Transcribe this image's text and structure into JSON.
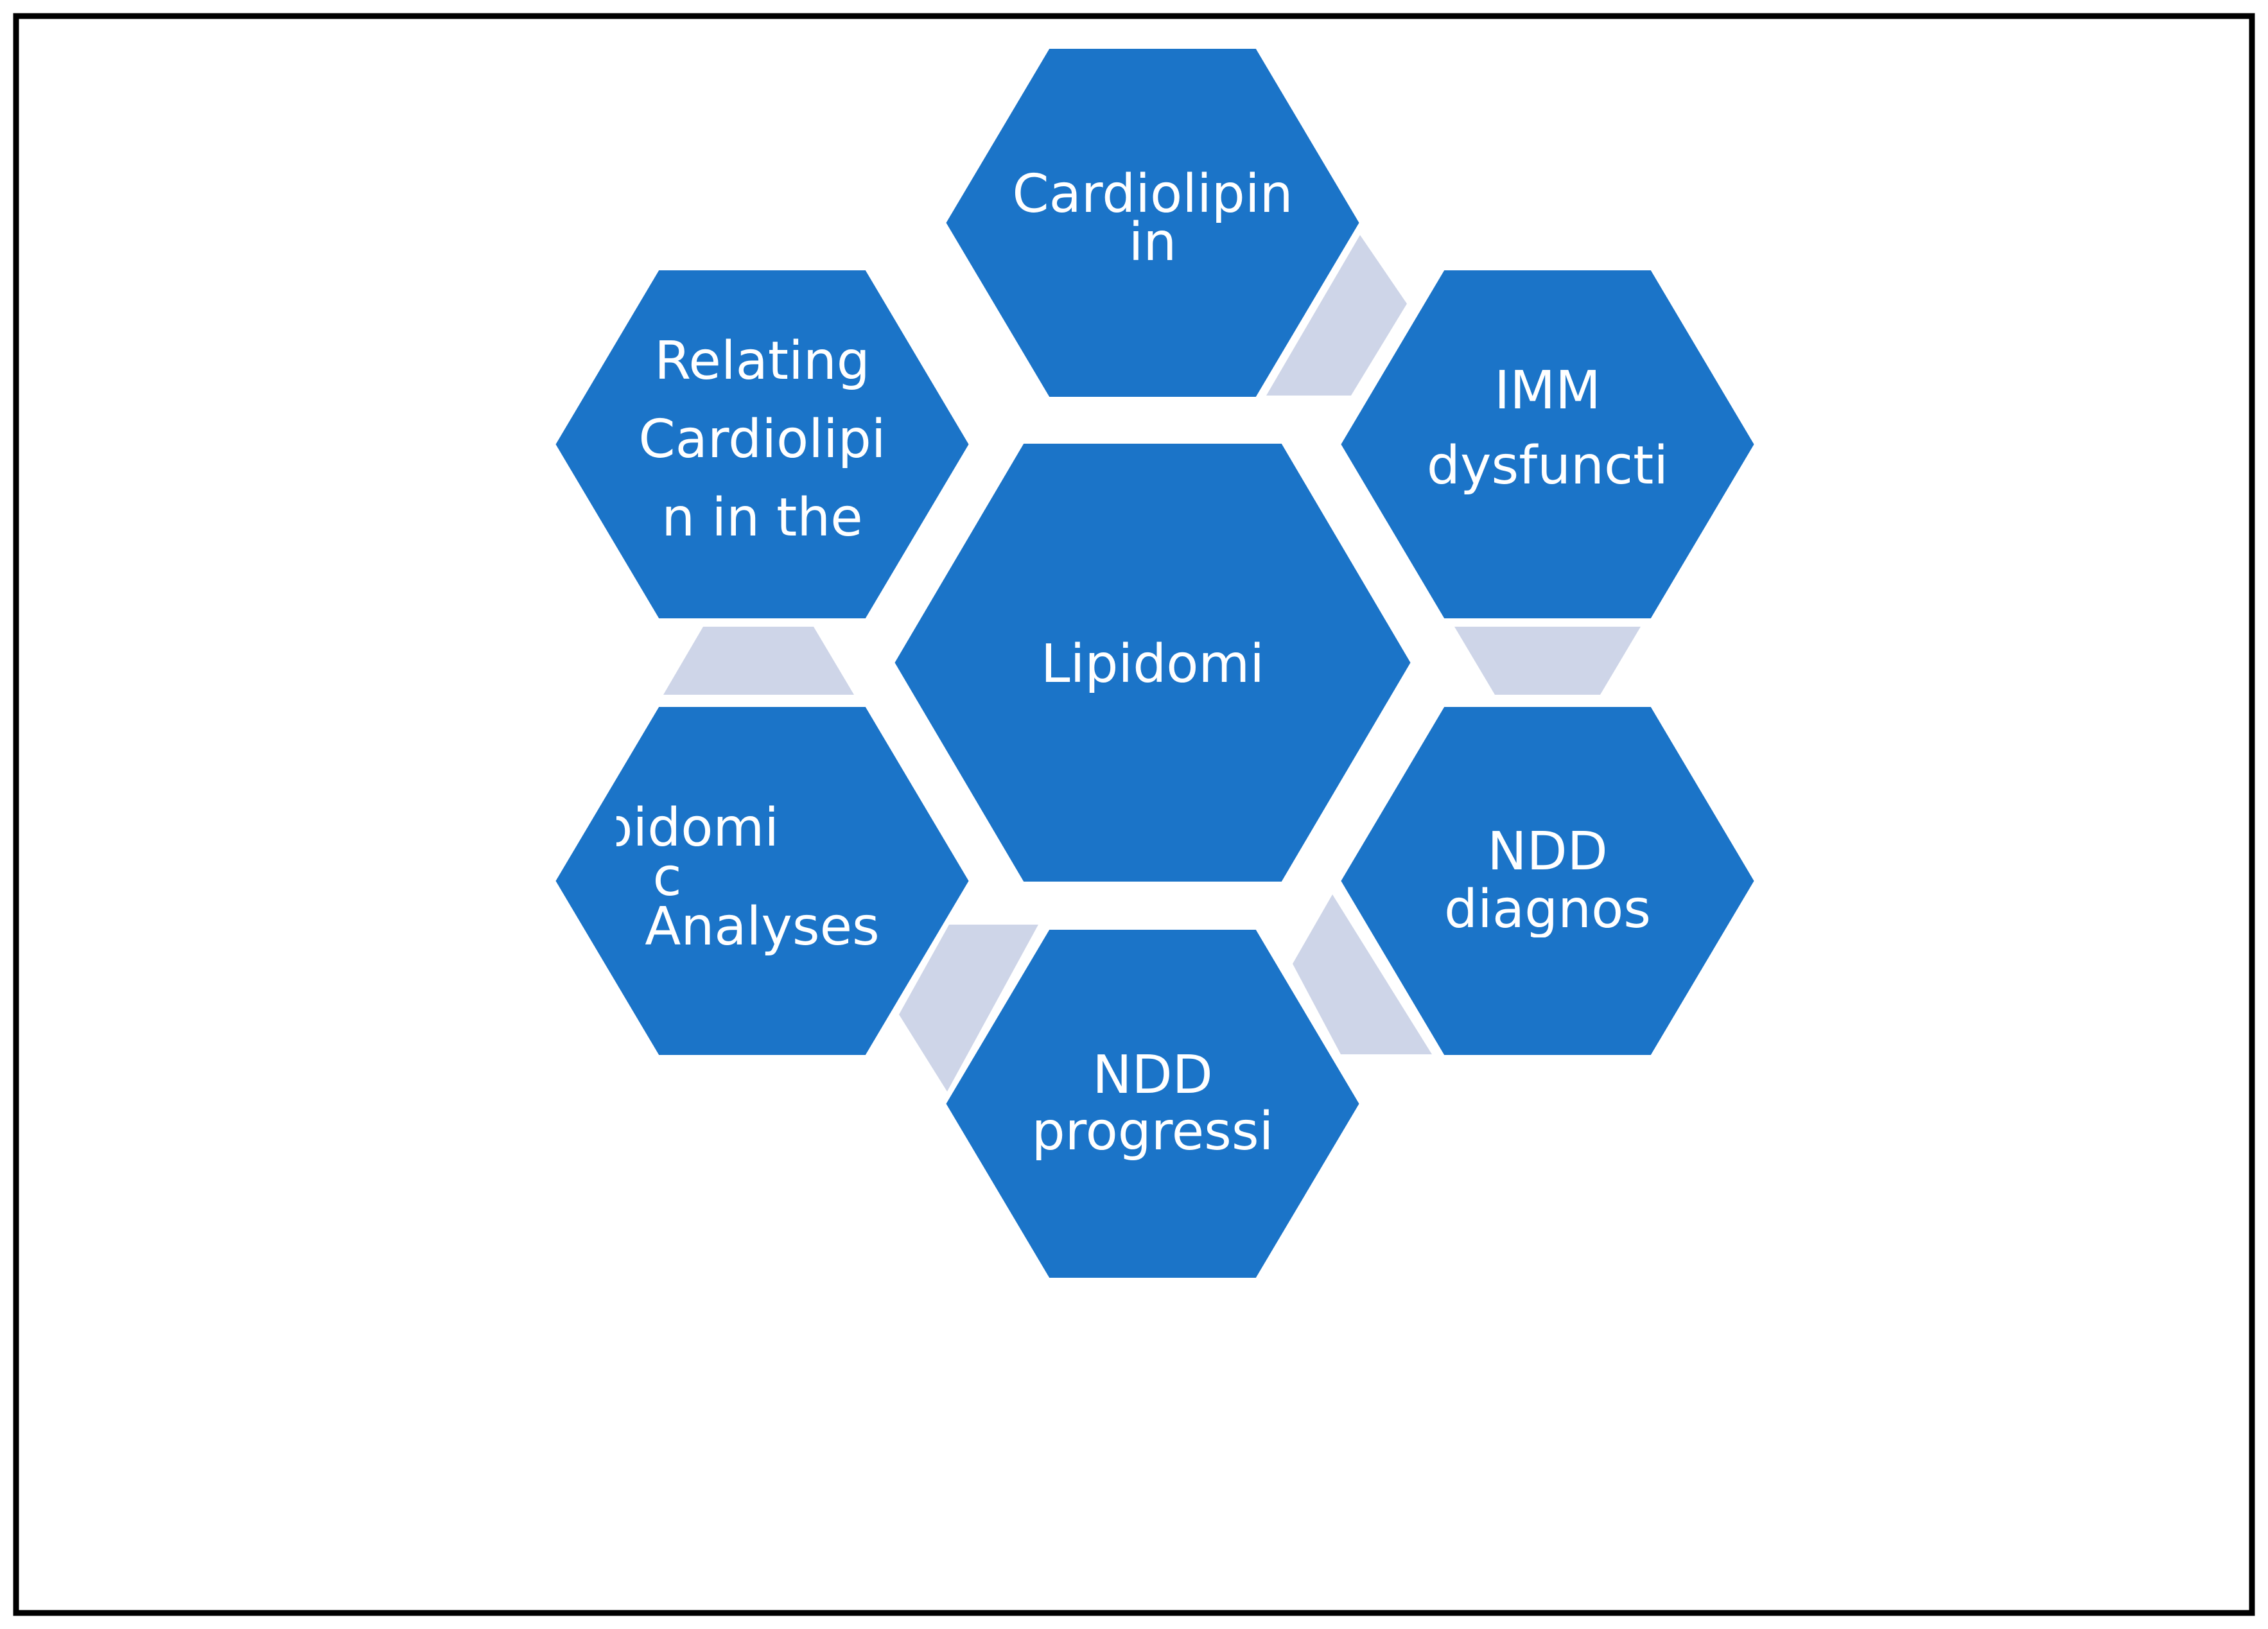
{
  "diagram": {
    "colors": {
      "hexagon_fill": "#1B74C8",
      "connector_fill": "#CED5E8",
      "frame_stroke": "#000000",
      "text": "#FFFFFF",
      "background": "#FFFFFF"
    },
    "center": {
      "label": [
        "Lipidomi"
      ]
    },
    "nodes": [
      {
        "id": "cardiolipin",
        "label": [
          "Cardiolipin",
          "in"
        ]
      },
      {
        "id": "imm",
        "label": [
          "IMM",
          "dysfuncti"
        ]
      },
      {
        "id": "ndd-diagnosis",
        "label": [
          "NDD",
          "diagnos"
        ]
      },
      {
        "id": "ndd-progression",
        "label": [
          "NDD",
          "progressi"
        ]
      },
      {
        "id": "lipidomic-analyses",
        "label": [
          "Lipidomi",
          "c",
          "Analyses"
        ]
      },
      {
        "id": "relating",
        "label": [
          "Relating",
          "Cardiolipi",
          "n in the"
        ]
      }
    ]
  }
}
